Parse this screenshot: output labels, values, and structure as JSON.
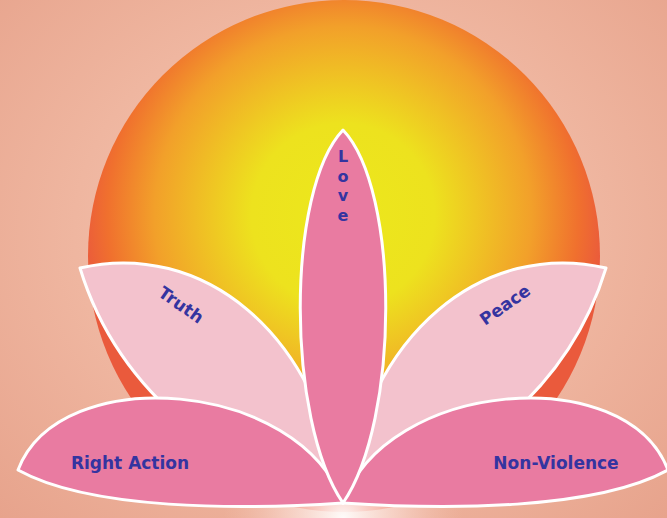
{
  "diagram": {
    "nodes": [
      {
        "text": [
          "Love"
        ]
      },
      {
        "text": [
          "Truth"
        ]
      },
      {
        "text": [
          "Peace"
        ]
      },
      {
        "text": [
          "Right Action"
        ]
      },
      {
        "text": [
          "Non-Violence"
        ]
      }
    ]
  }
}
